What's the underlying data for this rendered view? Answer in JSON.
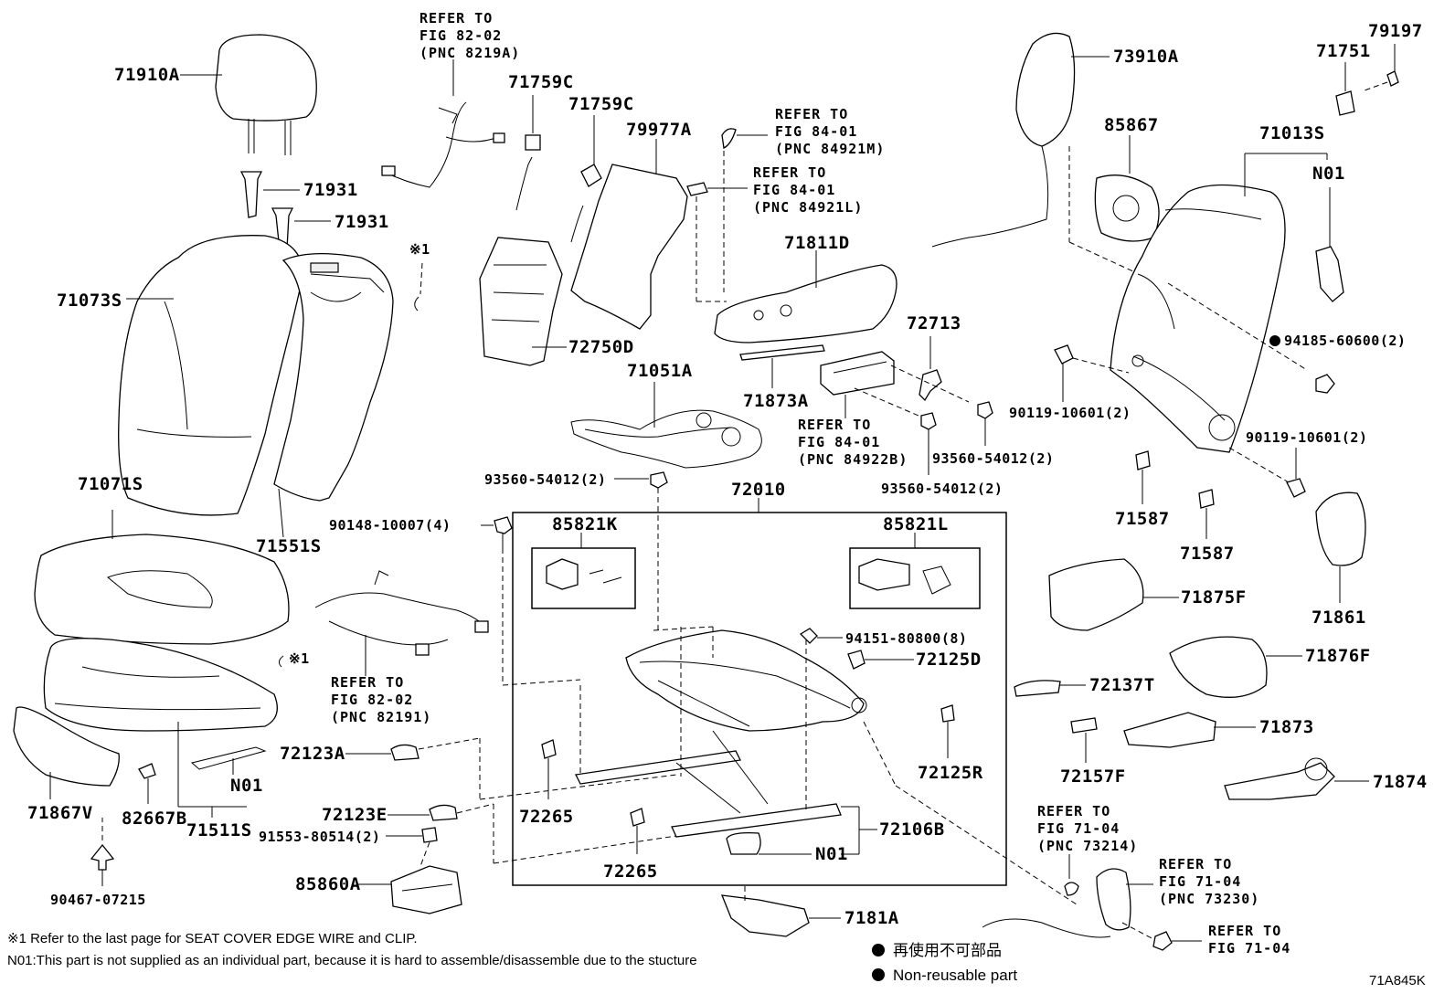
{
  "parts": {
    "p71910A": "71910A",
    "p71931a": "71931",
    "p71931b": "71931",
    "p71073S": "71073S",
    "p71071S": "71071S",
    "p71551S": "71551S",
    "p71867V": "71867V",
    "p82667B": "82667B",
    "p71511S": "71511S",
    "p90467": "90467-07215",
    "p72123A": "72123A",
    "p72123E": "72123E",
    "p91553": "91553-80514(2)",
    "p85860A": "85860A",
    "p71759Ca": "71759C",
    "p71759Cb": "71759C",
    "p79977A": "79977A",
    "p72750D": "72750D",
    "p71051A": "71051A",
    "p93560a": "93560-54012(2)",
    "p90148": "90148-10007(4)",
    "p72010": "72010",
    "p85821K": "85821K",
    "p85821L": "85821L",
    "p94151": "94151-80800(8)",
    "p72125D": "72125D",
    "p72125R": "72125R",
    "p72265a": "72265",
    "p72265b": "72265",
    "p72106B": "72106B",
    "p7181A": "7181A",
    "p71811D": "71811D",
    "p71873A": "71873A",
    "p72713": "72713",
    "p93560b": "93560-54012(2)",
    "p93560c": "93560-54012(2)",
    "p73910A": "73910A",
    "p85867": "85867",
    "p71013S": "71013S",
    "p79197": "79197",
    "p71751": "71751",
    "p94185": "94185-60600(2)",
    "p90119a": "90119-10601(2)",
    "p90119b": "90119-10601(2)",
    "p71587a": "71587",
    "p71587b": "71587",
    "p71861": "71861",
    "p71875F": "71875F",
    "p71876F": "71876F",
    "p72137T": "72137T",
    "p71873": "71873",
    "p72157F": "72157F",
    "p71874": "71874",
    "n01a": "N01",
    "n01b": "N01",
    "n01c": "N01",
    "x1a": "※1",
    "x1b": "※1"
  },
  "refs": {
    "r1": [
      "REFER TO",
      "FIG 82-02",
      "(PNC 8219A)"
    ],
    "r2": [
      "REFER TO",
      "FIG 84-01",
      "(PNC 84921M)"
    ],
    "r3": [
      "REFER TO",
      "FIG 84-01",
      "(PNC 84921L)"
    ],
    "r4": [
      "REFER TO",
      "FIG 84-01",
      "(PNC 84922B)"
    ],
    "r5": [
      "REFER TO",
      "FIG 82-02",
      "(PNC 82191)"
    ],
    "r6": [
      "REFER TO",
      "FIG 71-04",
      "(PNC 73214)"
    ],
    "r7": [
      "REFER TO",
      "FIG 71-04",
      "(PNC 73230)"
    ],
    "r8": [
      "REFER TO",
      "FIG 71-04"
    ]
  },
  "notes": {
    "note1": "※1 Refer to the last page for SEAT COVER EDGE WIRE and CLIP.",
    "note2": "N01:This part is not supplied as an individual part, because it is hard to assemble/disassemble due to the stucture"
  },
  "legend": {
    "jp": "再使用不可部品",
    "en": "Non-reusable part"
  },
  "figure_code": "71A845K"
}
